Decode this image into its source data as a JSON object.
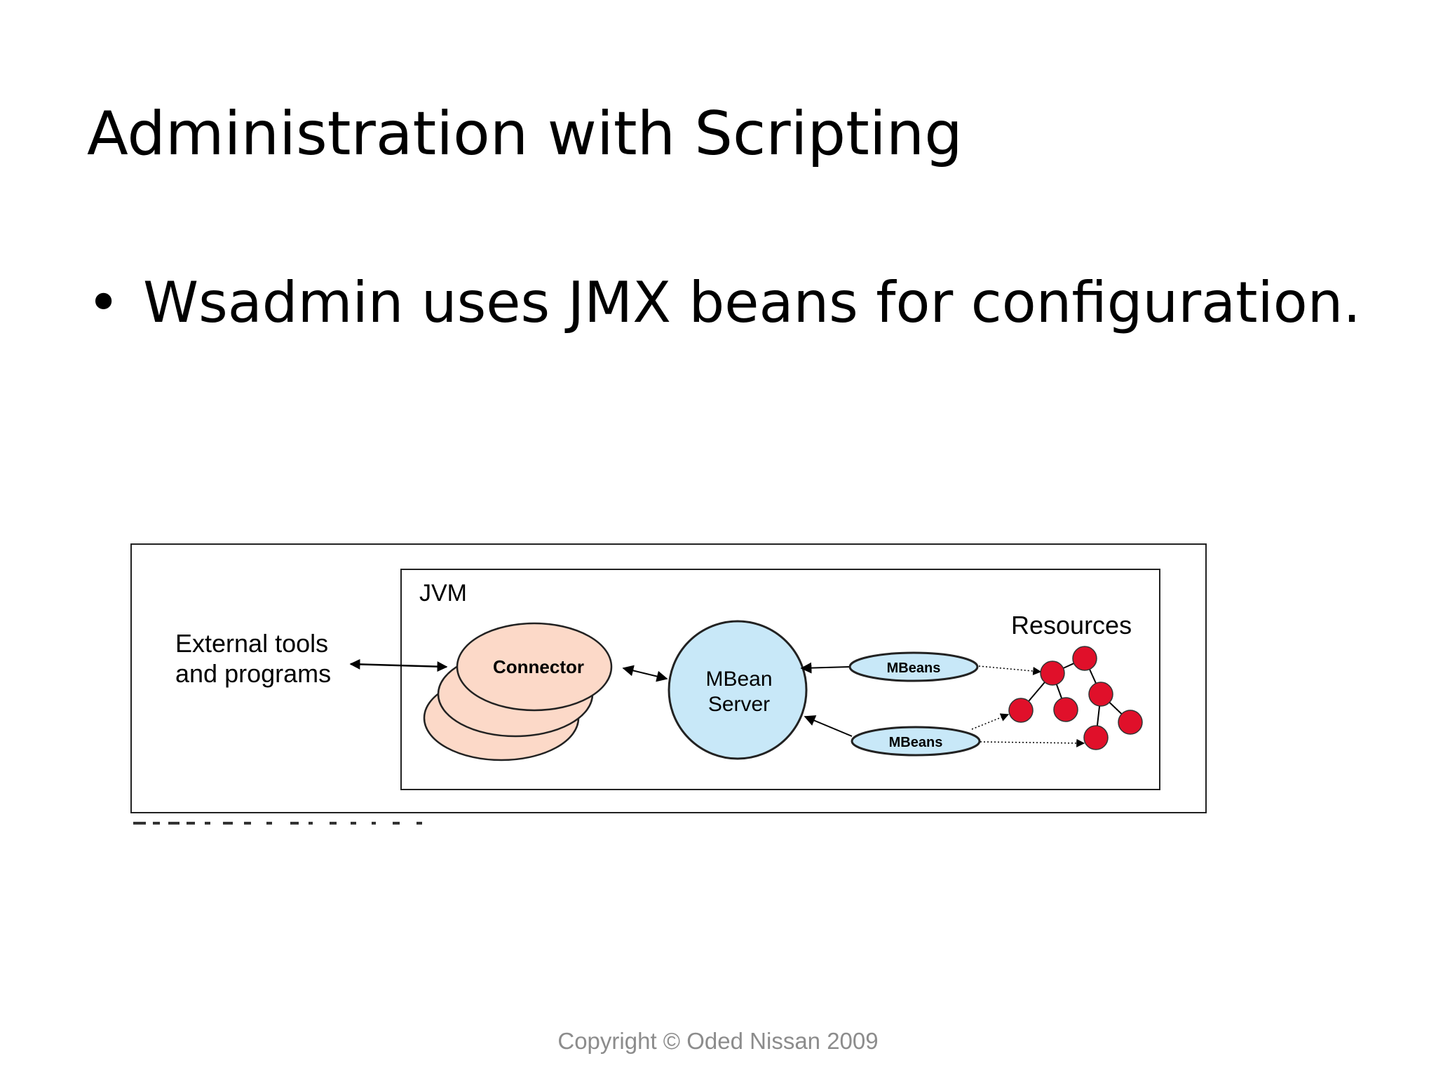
{
  "slide": {
    "title": "Administration with Scripting",
    "bullet_text": "Wsadmin uses JMX beans for configuration.",
    "footer": "Copyright © Oded Nissan 2009"
  },
  "diagram": {
    "external_line1": "External tools",
    "external_line2": "and programs",
    "jvm_label": "JVM",
    "connector_label": "Connector",
    "mbean_server_line1": "MBean",
    "mbean_server_line2": "Server",
    "mbeans_top": "MBeans",
    "mbeans_bottom": "MBeans",
    "resources_label": "Resources"
  },
  "colors": {
    "connector_fill": "#fcd9c8",
    "mbean_fill": "#c8e8f8",
    "resource_node": "#e0102a"
  }
}
